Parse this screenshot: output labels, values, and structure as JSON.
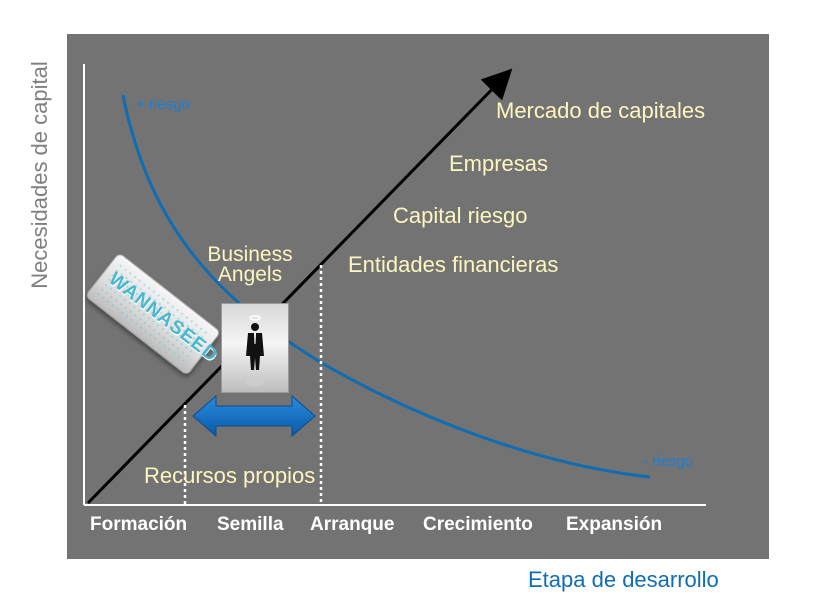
{
  "axes": {
    "y_title": "Necesidades de capital",
    "x_title": "Etapa de desarrollo"
  },
  "stages": [
    "Formación",
    "Semilla",
    "Arranque",
    "Crecimiento",
    "Expansión"
  ],
  "risk": {
    "high": "+ riesgo",
    "low": "- riesgo"
  },
  "financing": {
    "mercado": "Mercado de capitales",
    "empresas": "Empresas",
    "capital_riesgo": "Capital riesgo",
    "entidades": "Entidades financieras",
    "business_angels_line1": "Business",
    "business_angels_line2": "Angels",
    "recursos_propios": "Recursos propios"
  },
  "logo": {
    "text": "WANNASEED"
  },
  "colors": {
    "panel": "#737373",
    "curve": "#0f6db4",
    "labels": "#fdf6bf",
    "arrow": "#000000"
  }
}
